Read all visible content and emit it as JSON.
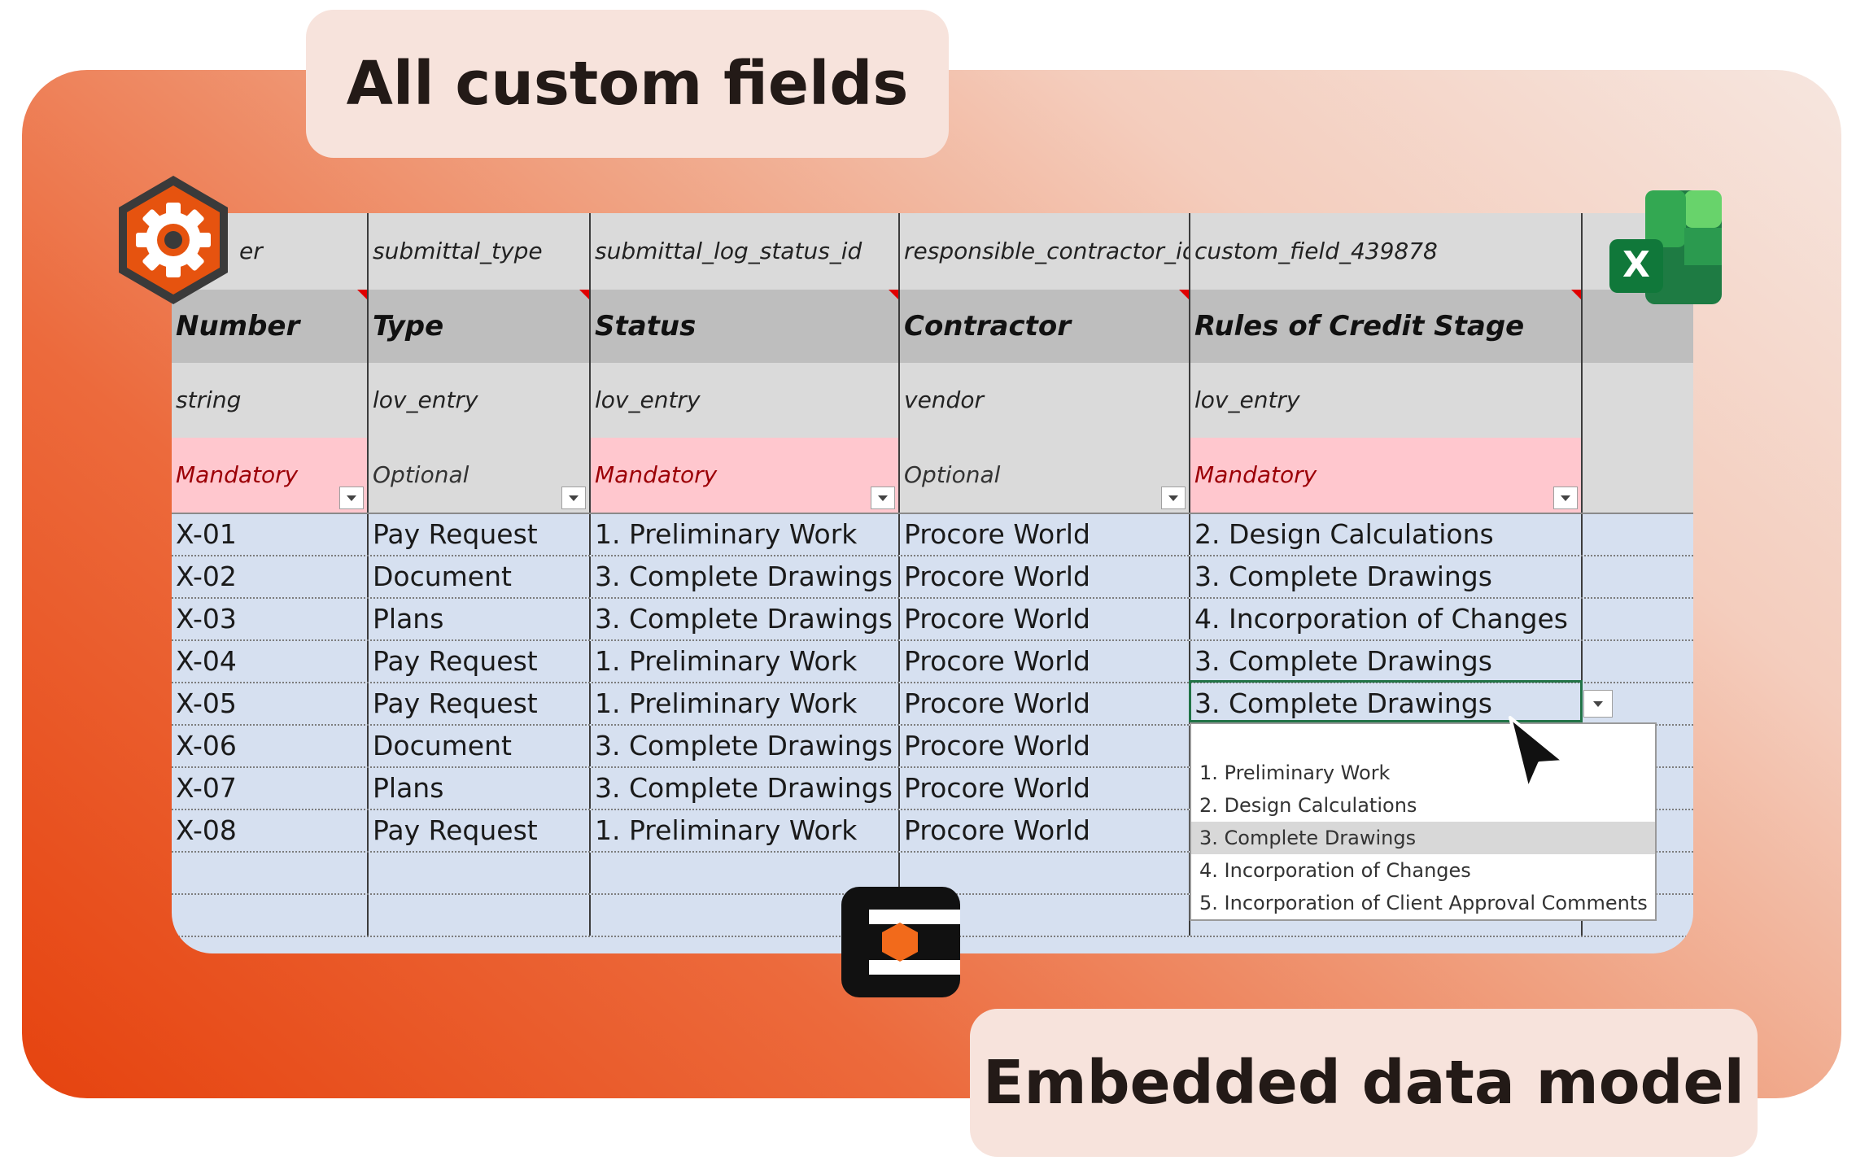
{
  "callouts": {
    "top": "All custom fields",
    "bottom": "Embedded data model"
  },
  "sheet": {
    "api_row": [
      "number",
      "submittal_type",
      "submittal_log_status_id",
      "responsible_contractor_id",
      "custom_field_439878",
      ""
    ],
    "api_first_visible": "er",
    "name_row": [
      "Number",
      "Type",
      "Status",
      "Contractor",
      "Rules of Credit Stage",
      ""
    ],
    "type_row": [
      "string",
      "lov_entry",
      "lov_entry",
      "vendor",
      "lov_entry",
      ""
    ],
    "req_row": [
      "Mandatory",
      "Optional",
      "Mandatory",
      "Optional",
      "Mandatory",
      ""
    ],
    "rows": [
      [
        "X-01",
        "Pay Request",
        "1. Preliminary Work",
        "Procore World",
        "2. Design Calculations"
      ],
      [
        "X-02",
        "Document",
        "3. Complete Drawings",
        "Procore World",
        "3. Complete Drawings"
      ],
      [
        "X-03",
        "Plans",
        "3. Complete Drawings",
        "Procore World",
        "4. Incorporation of Changes"
      ],
      [
        "X-04",
        "Pay Request",
        "1. Preliminary Work",
        "Procore World",
        "3. Complete Drawings"
      ],
      [
        "X-05",
        "Pay Request",
        "1. Preliminary Work",
        "Procore World",
        "3. Complete Drawings"
      ],
      [
        "X-06",
        "Document",
        "3. Complete Drawings",
        "Procore World",
        ""
      ],
      [
        "X-07",
        "Plans",
        "3. Complete Drawings",
        "Procore World",
        ""
      ],
      [
        "X-08",
        "Pay Request",
        "1. Preliminary Work",
        "Procore World",
        ""
      ],
      [
        "",
        "",
        "",
        "",
        ""
      ],
      [
        "",
        "",
        "",
        "",
        ""
      ]
    ]
  },
  "dropdown": {
    "options": [
      "1. Preliminary Work",
      "2. Design Calculations",
      "3. Complete Drawings",
      "4. Incorporation of Changes",
      "5. Incorporation of Client Approval Comments"
    ],
    "selected_index": 2
  },
  "colors": {
    "accent_orange": "#e6430f",
    "mandatory_bg": "#ffc7ce",
    "mandatory_text": "#9c0006",
    "data_row_bg": "#d6e0f0",
    "excel_green": "#217346"
  },
  "icons": [
    "gear-icon",
    "excel-icon",
    "procore-icon",
    "mouse-cursor-icon"
  ]
}
